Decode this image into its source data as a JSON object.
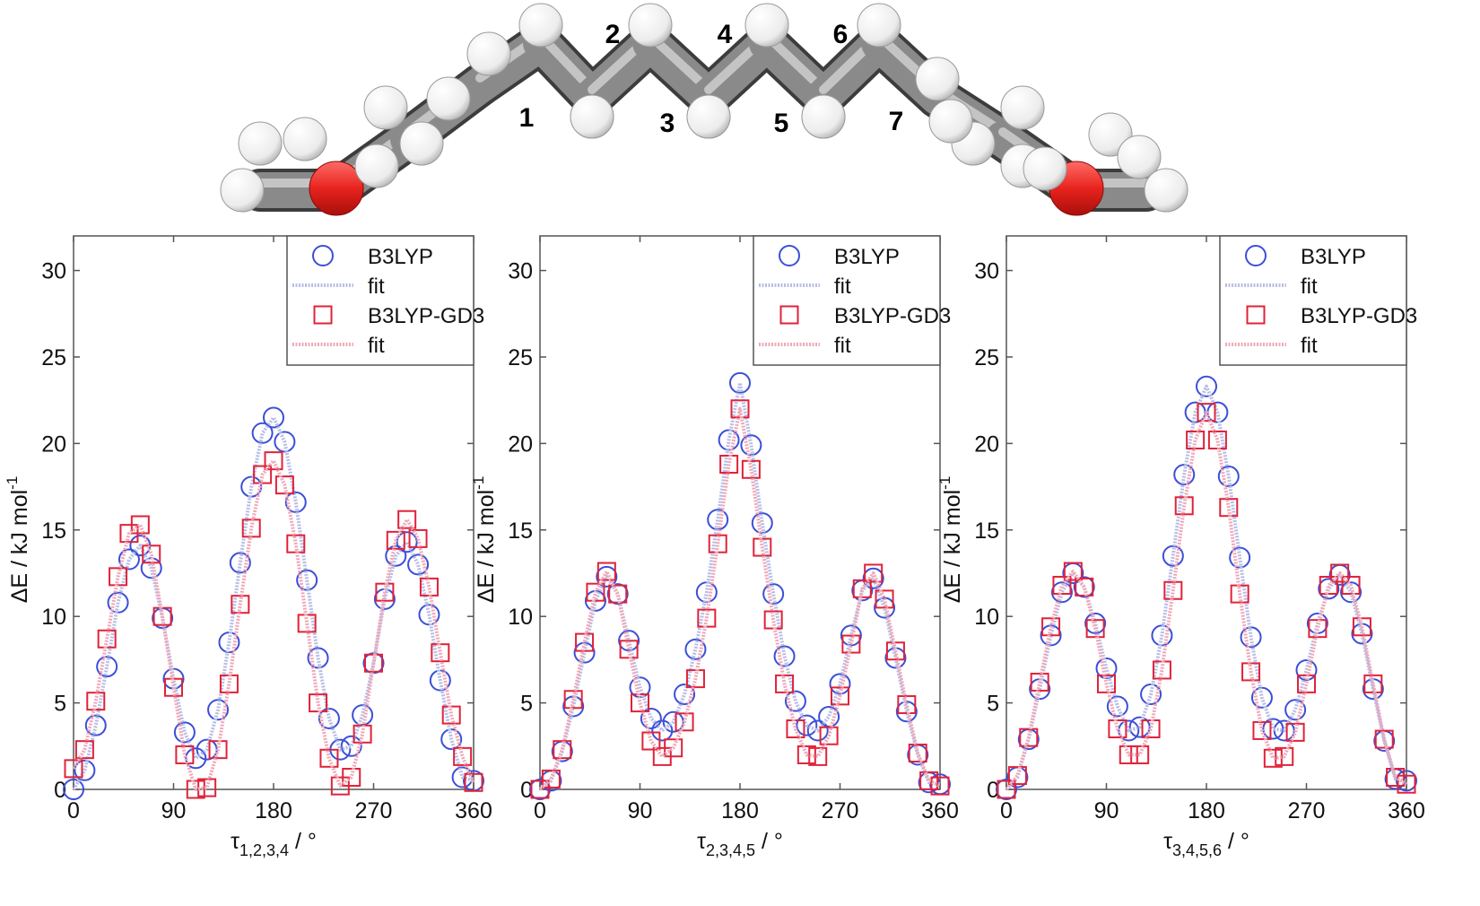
{
  "molecule": {
    "atom_labels": [
      "1",
      "2",
      "3",
      "4",
      "5",
      "6",
      "7"
    ],
    "colors": {
      "carbon": "#8a8a8a",
      "hydrogen": "#f2f2f2",
      "oxygen": "#e8231e"
    }
  },
  "legend": {
    "entries": [
      {
        "label": "B3LYP",
        "marker": "circle",
        "color": "#3b4fd8"
      },
      {
        "label": "fit",
        "marker": "line",
        "color": "#b7bde6"
      },
      {
        "label": "B3LYP-GD3",
        "marker": "square",
        "color": "#e0223a"
      },
      {
        "label": "fit",
        "marker": "line",
        "color": "#f0a8b8"
      }
    ]
  },
  "chart_data": [
    {
      "type": "scatter",
      "ylabel": "ΔE / kJ mol",
      "ylabel_sup": "-1",
      "xlabel_main": "τ",
      "xlabel_sub": "1,2,3,4",
      "xlabel_tail": " / °",
      "xlim": [
        0,
        360
      ],
      "ylim": [
        0,
        32
      ],
      "xticks": [
        0,
        90,
        180,
        270,
        360
      ],
      "yticks": [
        0,
        5,
        10,
        15,
        20,
        25,
        30
      ],
      "series": [
        {
          "name": "B3LYP",
          "marker": "circle",
          "color": "#3b4fd8",
          "x": [
            0,
            10,
            20,
            30,
            40,
            50,
            60,
            70,
            80,
            90,
            100,
            110,
            120,
            130,
            140,
            150,
            160,
            170,
            180,
            190,
            200,
            210,
            220,
            230,
            240,
            250,
            260,
            270,
            280,
            290,
            300,
            310,
            320,
            330,
            340,
            350,
            360
          ],
          "y": [
            0,
            1.1,
            3.7,
            7.1,
            10.8,
            13.3,
            14.1,
            12.8,
            9.9,
            6.4,
            3.3,
            1.8,
            2.3,
            4.6,
            8.5,
            13.1,
            17.5,
            20.6,
            21.5,
            20.1,
            16.6,
            12.1,
            7.6,
            4.1,
            2.3,
            2.5,
            4.3,
            7.3,
            11.0,
            13.5,
            14.3,
            13.0,
            10.1,
            6.3,
            2.9,
            0.7,
            0.5
          ]
        },
        {
          "name": "fit",
          "marker": "line",
          "color": "#b7bde6",
          "x": [
            0,
            10,
            20,
            30,
            40,
            50,
            60,
            70,
            80,
            90,
            100,
            110,
            120,
            130,
            140,
            150,
            160,
            170,
            180,
            190,
            200,
            210,
            220,
            230,
            240,
            250,
            260,
            270,
            280,
            290,
            300,
            310,
            320,
            330,
            340,
            350,
            360
          ],
          "y": [
            0,
            1.1,
            3.7,
            7.1,
            10.8,
            13.3,
            14.1,
            12.8,
            9.9,
            6.4,
            3.3,
            1.8,
            2.3,
            4.6,
            8.5,
            13.1,
            17.5,
            20.6,
            21.5,
            20.1,
            16.6,
            12.1,
            7.6,
            4.1,
            2.3,
            2.5,
            4.3,
            7.3,
            11.0,
            13.5,
            14.3,
            13.0,
            10.1,
            6.3,
            2.9,
            0.7,
            0.5
          ]
        },
        {
          "name": "B3LYP-GD3",
          "marker": "square",
          "color": "#e0223a",
          "x": [
            0,
            10,
            20,
            30,
            40,
            50,
            60,
            70,
            80,
            90,
            100,
            110,
            120,
            130,
            140,
            150,
            160,
            170,
            180,
            190,
            200,
            210,
            220,
            230,
            240,
            250,
            260,
            270,
            280,
            290,
            300,
            310,
            320,
            330,
            340,
            350,
            360
          ],
          "y": [
            1.2,
            2.3,
            5.1,
            8.7,
            12.3,
            14.8,
            15.3,
            13.6,
            10.0,
            5.9,
            2.0,
            0.0,
            0.1,
            2.3,
            6.1,
            10.7,
            15.1,
            18.2,
            19.0,
            17.6,
            14.2,
            9.6,
            5.0,
            1.8,
            0.2,
            0.7,
            3.2,
            7.3,
            11.4,
            14.4,
            15.6,
            14.5,
            11.7,
            7.9,
            4.3,
            1.9,
            0.4
          ]
        },
        {
          "name": "fit",
          "marker": "line",
          "color": "#f0a8b8",
          "x": [
            0,
            10,
            20,
            30,
            40,
            50,
            60,
            70,
            80,
            90,
            100,
            110,
            120,
            130,
            140,
            150,
            160,
            170,
            180,
            190,
            200,
            210,
            220,
            230,
            240,
            250,
            260,
            270,
            280,
            290,
            300,
            310,
            320,
            330,
            340,
            350,
            360
          ],
          "y": [
            1.2,
            2.3,
            5.1,
            8.7,
            12.3,
            14.8,
            15.3,
            13.6,
            10.0,
            5.9,
            2.0,
            0.0,
            0.1,
            2.3,
            6.1,
            10.7,
            15.1,
            18.2,
            19.0,
            17.6,
            14.2,
            9.6,
            5.0,
            1.8,
            0.2,
            0.7,
            3.2,
            7.3,
            11.4,
            14.4,
            15.6,
            14.5,
            11.7,
            7.9,
            4.3,
            1.9,
            0.4
          ]
        }
      ]
    },
    {
      "type": "scatter",
      "ylabel": "ΔE / kJ mol",
      "ylabel_sup": "-1",
      "xlabel_main": "τ",
      "xlabel_sub": "2,3,4,5",
      "xlabel_tail": " / °",
      "xlim": [
        0,
        360
      ],
      "ylim": [
        0,
        32
      ],
      "xticks": [
        0,
        90,
        180,
        270,
        360
      ],
      "yticks": [
        0,
        5,
        10,
        15,
        20,
        25,
        30
      ],
      "series": [
        {
          "name": "B3LYP",
          "marker": "circle",
          "color": "#3b4fd8",
          "x": [
            0,
            10,
            20,
            30,
            40,
            50,
            60,
            70,
            80,
            90,
            100,
            110,
            120,
            130,
            140,
            150,
            160,
            170,
            180,
            190,
            200,
            210,
            220,
            230,
            240,
            250,
            260,
            270,
            280,
            290,
            300,
            310,
            320,
            330,
            340,
            350,
            360
          ],
          "y": [
            0,
            0.5,
            2.2,
            4.8,
            7.9,
            10.9,
            12.3,
            11.3,
            8.6,
            5.9,
            4.1,
            3.4,
            3.9,
            5.5,
            8.1,
            11.4,
            15.6,
            20.2,
            23.5,
            19.9,
            15.4,
            11.3,
            7.7,
            5.1,
            3.7,
            3.4,
            4.2,
            6.1,
            8.9,
            11.5,
            12.2,
            10.5,
            7.6,
            4.5,
            2.0,
            0.4,
            0.3
          ]
        },
        {
          "name": "fit",
          "marker": "line",
          "color": "#b7bde6",
          "x": [
            0,
            10,
            20,
            30,
            40,
            50,
            60,
            70,
            80,
            90,
            100,
            110,
            120,
            130,
            140,
            150,
            160,
            170,
            180,
            190,
            200,
            210,
            220,
            230,
            240,
            250,
            260,
            270,
            280,
            290,
            300,
            310,
            320,
            330,
            340,
            350,
            360
          ],
          "y": [
            0,
            0.5,
            2.2,
            4.8,
            7.9,
            10.9,
            12.3,
            11.3,
            8.6,
            5.9,
            4.1,
            3.4,
            3.9,
            5.5,
            8.1,
            11.4,
            15.6,
            20.2,
            23.5,
            19.9,
            15.4,
            11.3,
            7.7,
            5.1,
            3.7,
            3.4,
            4.2,
            6.1,
            8.9,
            11.5,
            12.2,
            10.5,
            7.6,
            4.5,
            2.0,
            0.4,
            0.3
          ]
        },
        {
          "name": "B3LYP-GD3",
          "marker": "square",
          "color": "#e0223a",
          "x": [
            0,
            10,
            20,
            30,
            40,
            50,
            60,
            70,
            80,
            90,
            100,
            110,
            120,
            130,
            140,
            150,
            160,
            170,
            180,
            190,
            200,
            210,
            220,
            230,
            240,
            250,
            260,
            270,
            280,
            290,
            300,
            310,
            320,
            330,
            340,
            350,
            360
          ],
          "y": [
            0,
            0.6,
            2.3,
            5.2,
            8.5,
            11.4,
            12.6,
            11.3,
            8.1,
            5.0,
            2.8,
            1.9,
            2.4,
            3.9,
            6.4,
            9.9,
            14.2,
            18.8,
            22.0,
            18.5,
            14.0,
            9.8,
            6.1,
            3.5,
            2.0,
            1.9,
            3.1,
            5.4,
            8.4,
            11.6,
            12.5,
            11.0,
            8.0,
            4.9,
            2.1,
            0.5,
            0.2
          ]
        },
        {
          "name": "fit",
          "marker": "line",
          "color": "#f0a8b8",
          "x": [
            0,
            10,
            20,
            30,
            40,
            50,
            60,
            70,
            80,
            90,
            100,
            110,
            120,
            130,
            140,
            150,
            160,
            170,
            180,
            190,
            200,
            210,
            220,
            230,
            240,
            250,
            260,
            270,
            280,
            290,
            300,
            310,
            320,
            330,
            340,
            350,
            360
          ],
          "y": [
            0,
            0.6,
            2.3,
            5.2,
            8.5,
            11.4,
            12.6,
            11.3,
            8.1,
            5.0,
            2.8,
            1.9,
            2.4,
            3.9,
            6.4,
            9.9,
            14.2,
            18.8,
            22.0,
            18.5,
            14.0,
            9.8,
            6.1,
            3.5,
            2.0,
            1.9,
            3.1,
            5.4,
            8.4,
            11.6,
            12.5,
            11.0,
            8.0,
            4.9,
            2.1,
            0.5,
            0.2
          ]
        }
      ]
    },
    {
      "type": "scatter",
      "ylabel": "ΔE / kJ mol",
      "ylabel_sup": "-1",
      "xlabel_main": "τ",
      "xlabel_sub": "3,4,5,6",
      "xlabel_tail": " / °",
      "xlim": [
        0,
        360
      ],
      "ylim": [
        0,
        32
      ],
      "xticks": [
        0,
        90,
        180,
        270,
        360
      ],
      "yticks": [
        0,
        5,
        10,
        15,
        20,
        25,
        30
      ],
      "series": [
        {
          "name": "B3LYP",
          "marker": "circle",
          "color": "#3b4fd8",
          "x": [
            0,
            10,
            20,
            30,
            40,
            50,
            60,
            70,
            80,
            90,
            100,
            110,
            120,
            130,
            140,
            150,
            160,
            170,
            180,
            190,
            200,
            210,
            220,
            230,
            240,
            250,
            260,
            270,
            280,
            290,
            300,
            310,
            320,
            330,
            340,
            350,
            360
          ],
          "y": [
            0,
            0.7,
            2.9,
            5.8,
            8.9,
            11.4,
            12.5,
            11.7,
            9.6,
            7.0,
            4.8,
            3.4,
            3.6,
            5.5,
            8.9,
            13.5,
            18.2,
            21.8,
            23.3,
            21.8,
            18.1,
            13.4,
            8.8,
            5.3,
            3.5,
            3.4,
            4.6,
            6.9,
            9.6,
            11.6,
            12.4,
            11.4,
            9.0,
            5.8,
            2.8,
            0.6,
            0.5
          ]
        },
        {
          "name": "fit",
          "marker": "line",
          "color": "#b7bde6",
          "x": [
            0,
            10,
            20,
            30,
            40,
            50,
            60,
            70,
            80,
            90,
            100,
            110,
            120,
            130,
            140,
            150,
            160,
            170,
            180,
            190,
            200,
            210,
            220,
            230,
            240,
            250,
            260,
            270,
            280,
            290,
            300,
            310,
            320,
            330,
            340,
            350,
            360
          ],
          "y": [
            0,
            0.7,
            2.9,
            5.8,
            8.9,
            11.4,
            12.5,
            11.7,
            9.6,
            7.0,
            4.8,
            3.4,
            3.6,
            5.5,
            8.9,
            13.5,
            18.2,
            21.8,
            23.3,
            21.8,
            18.1,
            13.4,
            8.8,
            5.3,
            3.5,
            3.4,
            4.6,
            6.9,
            9.6,
            11.6,
            12.4,
            11.4,
            9.0,
            5.8,
            2.8,
            0.6,
            0.5
          ]
        },
        {
          "name": "B3LYP-GD3",
          "marker": "square",
          "color": "#e0223a",
          "x": [
            0,
            10,
            20,
            30,
            40,
            50,
            60,
            70,
            80,
            90,
            100,
            110,
            120,
            130,
            140,
            150,
            160,
            170,
            180,
            190,
            200,
            210,
            220,
            230,
            240,
            250,
            260,
            270,
            280,
            290,
            300,
            310,
            320,
            330,
            340,
            350,
            360
          ],
          "y": [
            0,
            0.8,
            3.0,
            6.2,
            9.4,
            11.8,
            12.6,
            11.7,
            9.3,
            6.1,
            3.5,
            2.0,
            2.0,
            3.5,
            6.9,
            11.5,
            16.4,
            20.2,
            21.8,
            20.2,
            16.3,
            11.3,
            6.8,
            3.4,
            1.8,
            1.9,
            3.3,
            6.1,
            9.3,
            11.8,
            12.5,
            11.8,
            9.4,
            6.1,
            2.9,
            0.7,
            0.3
          ]
        },
        {
          "name": "fit",
          "marker": "line",
          "color": "#f0a8b8",
          "x": [
            0,
            10,
            20,
            30,
            40,
            50,
            60,
            70,
            80,
            90,
            100,
            110,
            120,
            130,
            140,
            150,
            160,
            170,
            180,
            190,
            200,
            210,
            220,
            230,
            240,
            250,
            260,
            270,
            280,
            290,
            300,
            310,
            320,
            330,
            340,
            350,
            360
          ],
          "y": [
            0,
            0.8,
            3.0,
            6.2,
            9.4,
            11.8,
            12.6,
            11.7,
            9.3,
            6.1,
            3.5,
            2.0,
            2.0,
            3.5,
            6.9,
            11.5,
            16.4,
            20.2,
            21.8,
            20.2,
            16.3,
            11.3,
            6.8,
            3.4,
            1.8,
            1.9,
            3.3,
            6.1,
            9.3,
            11.8,
            12.5,
            11.8,
            9.4,
            6.1,
            2.9,
            0.7,
            0.3
          ]
        }
      ]
    }
  ]
}
